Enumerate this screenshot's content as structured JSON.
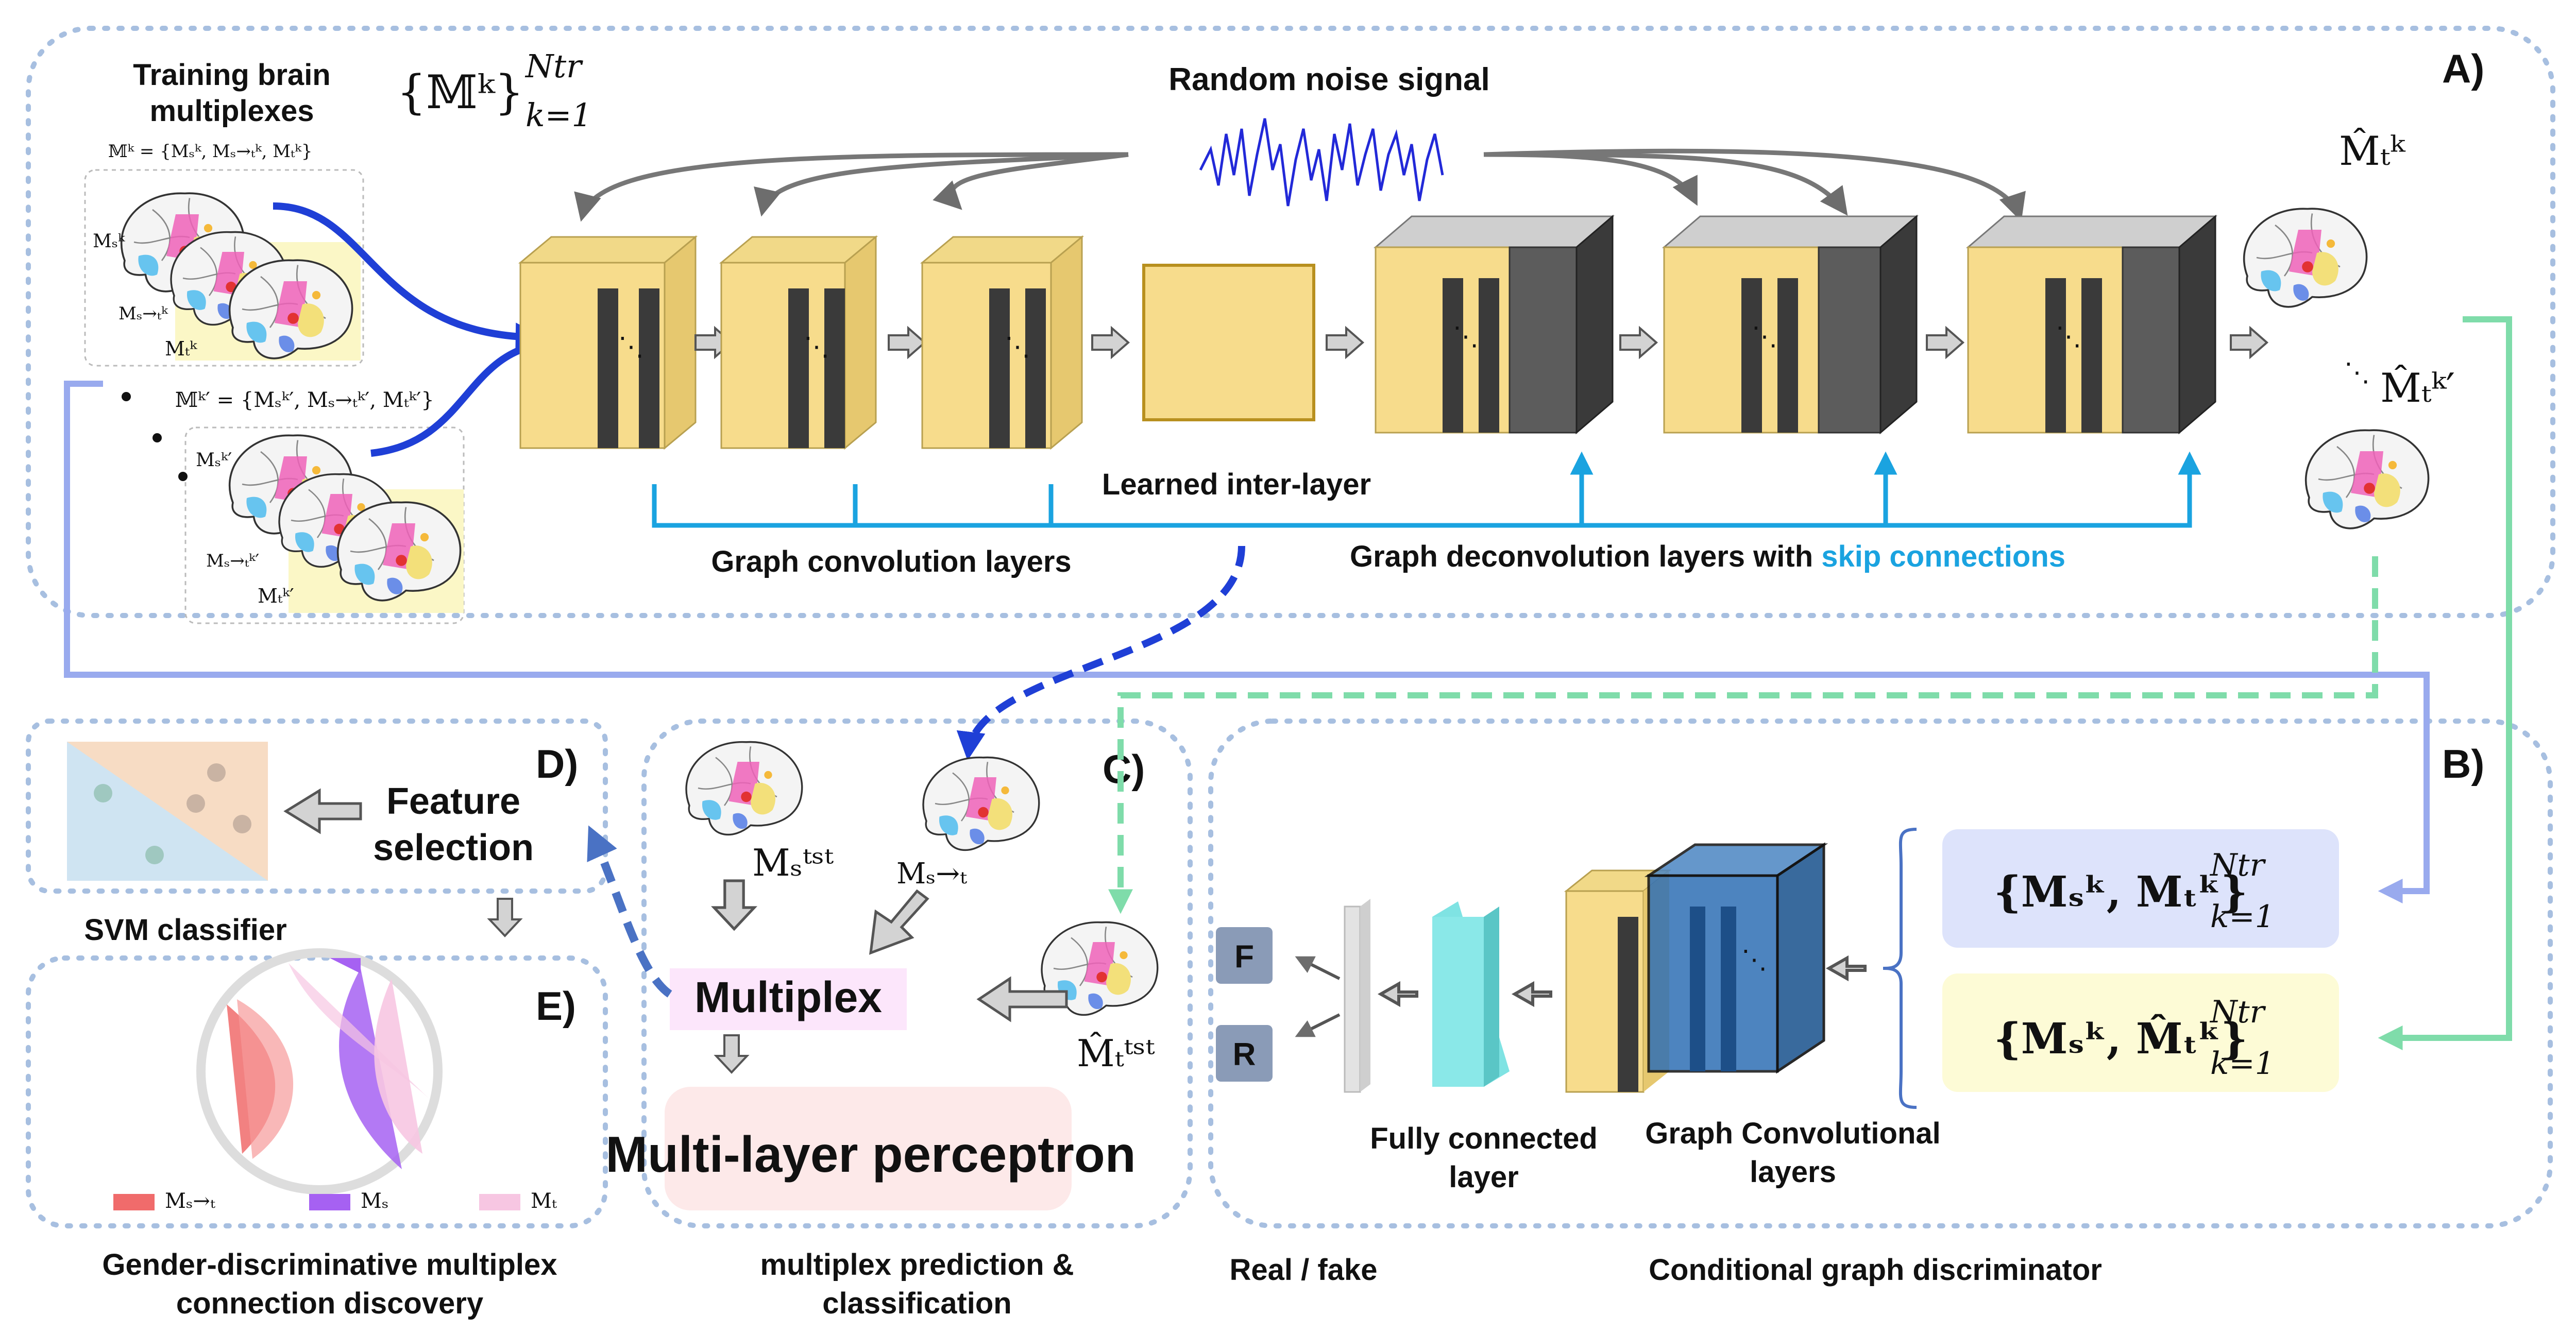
{
  "panels": {
    "a": "A)",
    "b": "B)",
    "c": "C)",
    "d": "D)",
    "e": "E)"
  },
  "top": {
    "training_label": "Training brain\nmultiplexes",
    "training_set_math": "{𝕄ᵏ}",
    "training_set_sup": "Ntr",
    "training_set_sub": "k=1",
    "mk_def": "𝕄ᵏ = {Mₛᵏ, Mₛ→ₜᵏ, Mₜᵏ}",
    "mk2_def": "𝕄ᵏ′ = {Mₛᵏ′, Mₛ→ₜᵏ′, Mₜᵏ′}",
    "brain_labels": [
      "Mₛᵏ",
      "Mₛ→ₜᵏ",
      "Mₜᵏ",
      "Mₛᵏ′",
      "Mₛ→ₜᵏ′",
      "Mₜᵏ′"
    ],
    "noise_label": "Random noise signal",
    "interlayer_label": "Learned inter-layer",
    "conv_label": "Graph convolution layers",
    "deconv_label": "Graph deconvolution layers with ",
    "skip_label": "skip connections",
    "output1": "M̂ₜᵏ",
    "output2": "M̂ₜᵏ′",
    "dots": "• • •"
  },
  "discriminator": {
    "input_real": "{Mₛᵏ, Mₜᵏ}",
    "input_fake": "{Mₛᵏ, M̂ₜᵏ}",
    "input_sup": "Ntr",
    "input_sub": "k=1",
    "gcn_label": "Graph Convolutional\nlayers",
    "fc_label": "Fully connected\nlayer",
    "out_f": "F",
    "out_r": "R",
    "realfake_label": "Real / fake",
    "title": "Conditional graph discriminator"
  },
  "prediction": {
    "ms_tst": "Mₛᵗˢᵗ",
    "ms_to_t": "Mₛ→ₜ",
    "mt_tst": "M̂ₜᵗˢᵗ",
    "multiplex": "Multiplex",
    "mlp": "Multi-layer perceptron",
    "title": "multiplex prediction &\nclassification"
  },
  "left": {
    "feature_selection": "Feature\nselection",
    "svm": "SVM classifier",
    "legend": [
      "Mₛ→ₜ",
      "Mₛ",
      "Mₜ"
    ],
    "title": "Gender-discriminative multiplex\nconnection discovery"
  },
  "colors": {
    "layer_yellow": "#f7dc8c",
    "layer_dark": "#3a3a3a",
    "deconv_gray": "#9b9b9b",
    "blue_arrow": "#1f3fd6",
    "skip_blue": "#1aa3e0",
    "green_line": "#7fdcaa",
    "purple_line": "#99aaee",
    "real_box": "#dde3fb",
    "fake_box": "#fdfbd6",
    "multiplex_box": "#fce6fb",
    "mlp_box": "#fde9e9",
    "legend_sst": "#f06b6b",
    "legend_s": "#a661f2",
    "legend_t": "#f7c6e2"
  }
}
